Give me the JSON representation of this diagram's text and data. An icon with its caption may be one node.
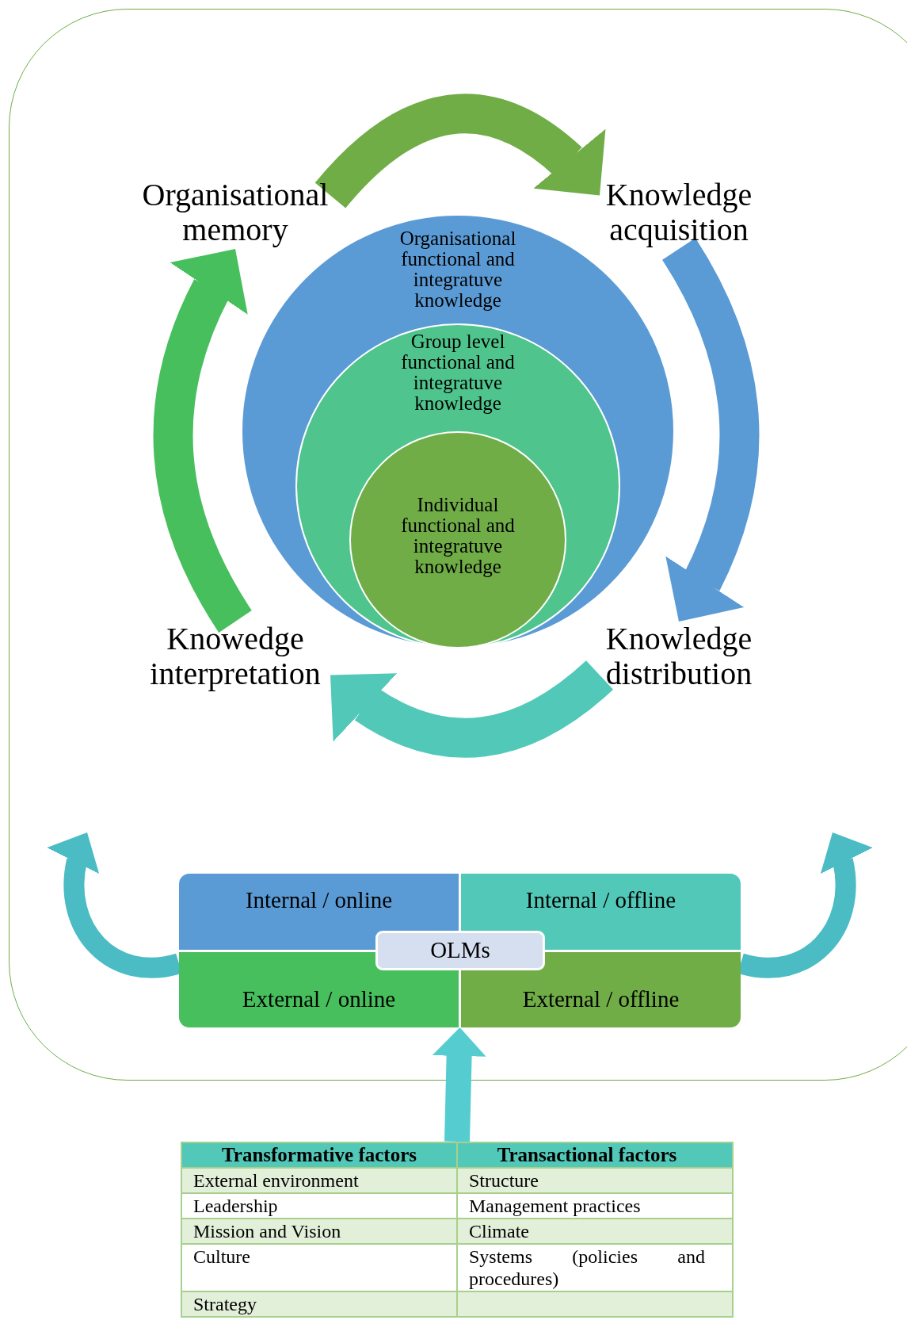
{
  "diagram": {
    "nodes": [
      {
        "text": [
          "Organisational memory"
        ]
      },
      {
        "text": [
          "Knowledge acquisition"
        ]
      },
      {
        "text": [
          "Knowledge distribution"
        ]
      },
      {
        "text": [
          "Knowedge interpretation"
        ]
      },
      {
        "text": [
          "Organisational functional and integratuve knowledge"
        ]
      },
      {
        "text": [
          "Group level functional and integratuve knowledge"
        ],
        "in": 4
      },
      {
        "text": [
          "Individual functional and integratuve knowledge"
        ],
        "in": 5
      },
      {
        "text": [],
        "shape": "box"
      },
      {
        "text": [
          "Internal / online"
        ],
        "in": 7
      },
      {
        "text": [
          "Internal / offline"
        ],
        "in": 7
      },
      {
        "text": [
          "External / online"
        ],
        "in": 7
      },
      {
        "text": [
          "External / offline"
        ],
        "in": 7
      },
      {
        "text": [
          "OLMs"
        ],
        "in": 7
      },
      {
        "text": [],
        "shape": "box"
      }
    ],
    "edges": [
      {
        "from": 0,
        "to": 1,
        "arrow": "to",
        "color": "#70ad47"
      },
      {
        "from": 1,
        "to": 2,
        "arrow": "to",
        "color": "#5b9bd5"
      },
      {
        "from": 2,
        "to": 3,
        "arrow": "to",
        "color": "#52c9b8"
      },
      {
        "from": 3,
        "to": 0,
        "arrow": "to",
        "color": "#47bf5c"
      },
      {
        "from": 10,
        "to": null,
        "arrow": "to",
        "color": "#4bbcc4"
      },
      {
        "from": 11,
        "to": null,
        "arrow": "to",
        "color": "#4bbcc4"
      },
      {
        "from": 13,
        "to": 7,
        "arrow": "to",
        "color": "#55cdd0"
      }
    ],
    "labels": [
      "Transformative factors",
      "Transactional factors",
      "External environment",
      "Structure",
      "Leadership",
      "Management practices",
      "Mission and Vision",
      "Climate",
      "Culture",
      "Systems (policies and procedures)",
      "Strategy"
    ]
  }
}
